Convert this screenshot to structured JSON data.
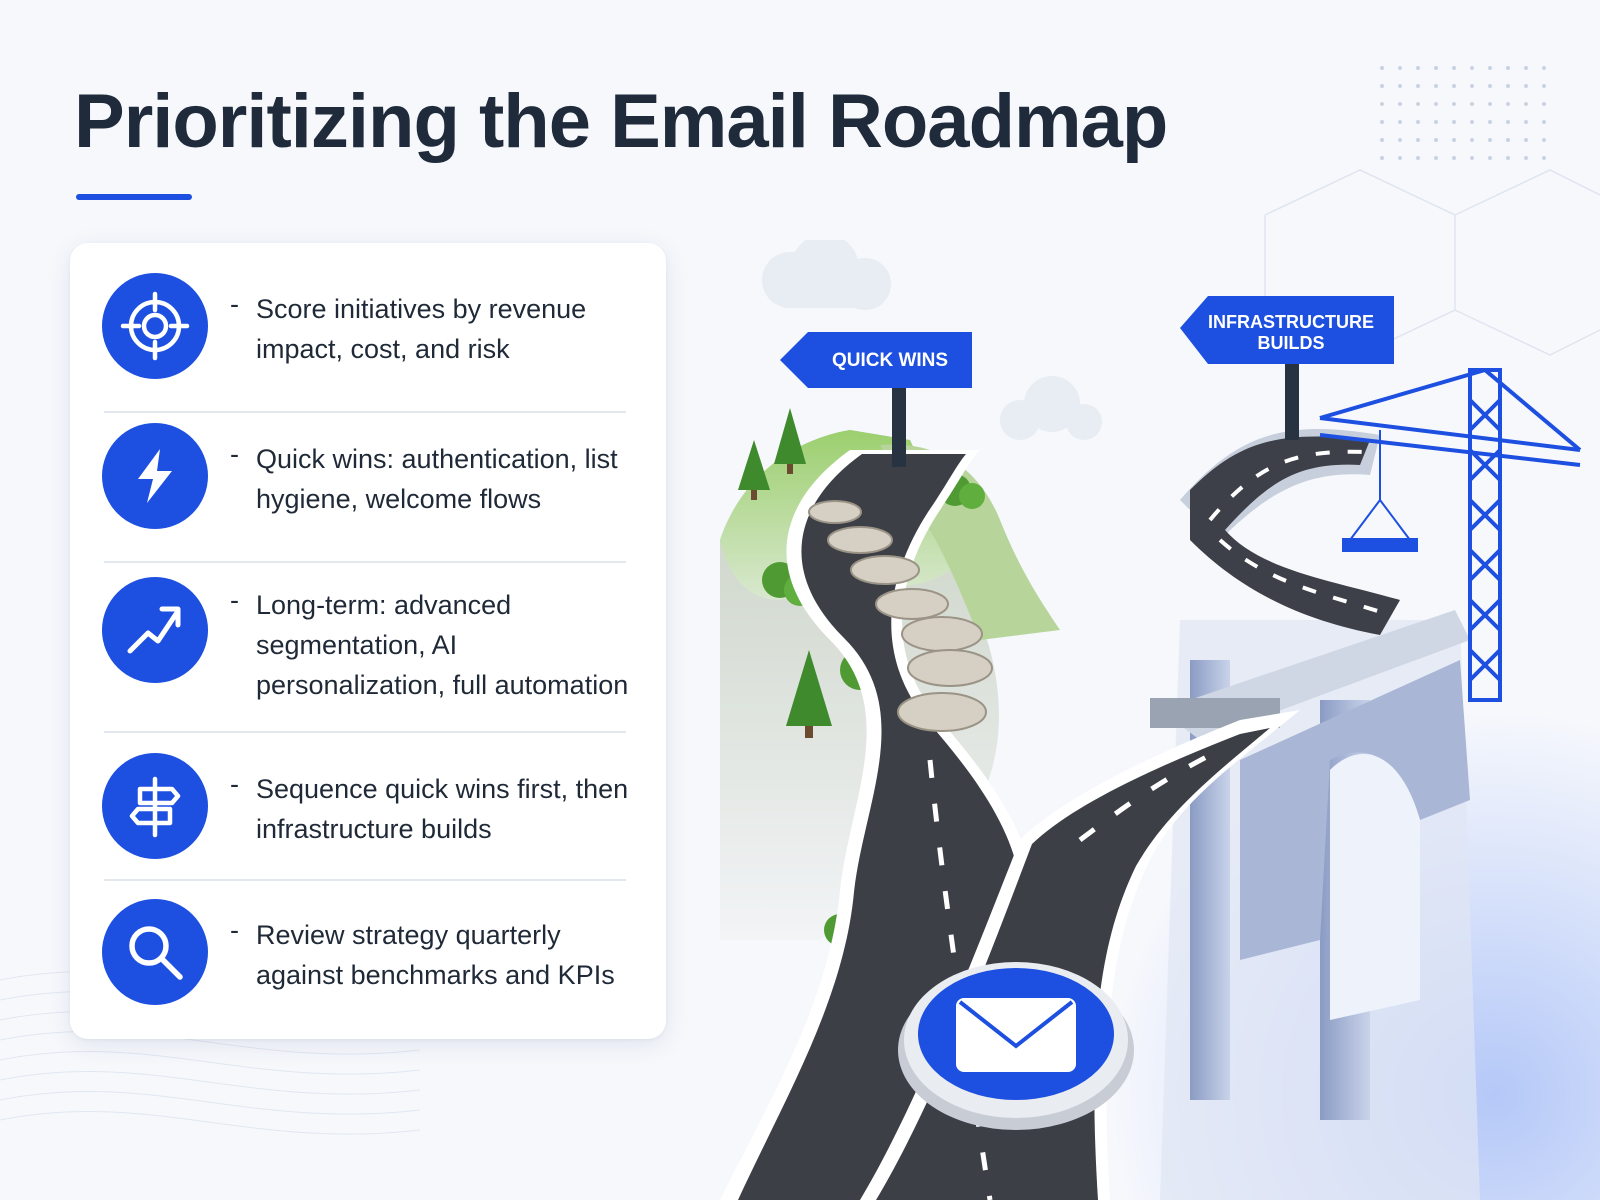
{
  "title": "Prioritizing the Email Roadmap",
  "accent_color": "#1d4fe0",
  "items": [
    {
      "icon": "target-icon",
      "text": "Score initiatives by revenue impact, cost, and risk"
    },
    {
      "icon": "lightning-bolt-icon",
      "text": "Quick wins: authentication, list hygiene, welcome flows"
    },
    {
      "icon": "trend-up-arrow-icon",
      "text": "Long-term: advanced segmentation, AI personalization, full automation"
    },
    {
      "icon": "signpost-icon",
      "text": "Sequence quick wins first, then infrastructure builds"
    },
    {
      "icon": "magnifier-icon",
      "text": "Review strategy quarterly against benchmarks and KPIs"
    }
  ],
  "bullet_marker": "-",
  "signs": {
    "quick_wins": "QUICK WINS",
    "infrastructure_line1": "INFRASTRUCTURE",
    "infrastructure_line2": "BUILDS"
  },
  "center_badge_icon": "envelope-icon"
}
